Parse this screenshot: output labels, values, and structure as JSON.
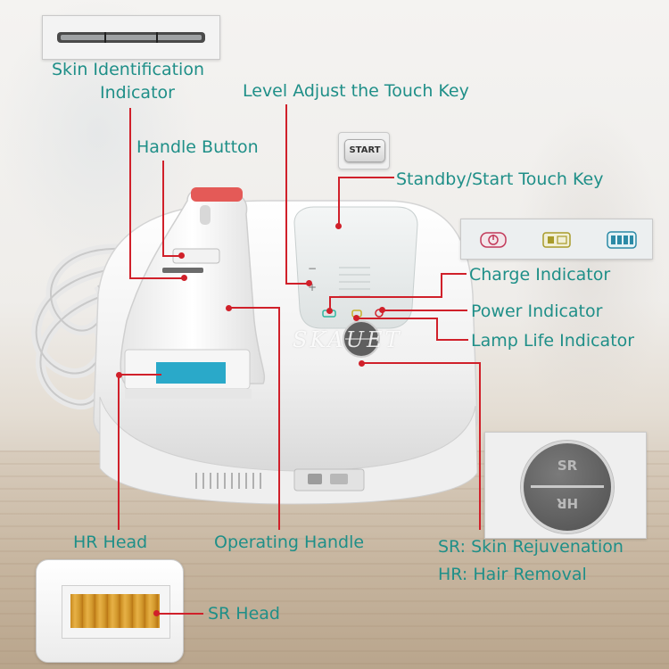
{
  "labels": {
    "skin_identification": "Skin Identification",
    "skin_identification_2": "Indicator",
    "level_adjust": "Level Adjust the Touch Key",
    "handle_button": "Handle Button",
    "standby_start": "Standby/Start Touch Key",
    "charge_indicator": "Charge Indicator",
    "power_indicator": "Power Indicator",
    "lamp_life_indicator": "Lamp Life Indicator",
    "hr_head": "HR Head",
    "operating_handle": "Operating Handle",
    "sr_skin_rejuvenation": "SR: Skin Rejuvenation",
    "hr_hair_removal": "HR: Hair Removal",
    "sr_head": "SR Head"
  },
  "inset_texts": {
    "start_key": "START",
    "sr_text": "SR",
    "hr_text": "HR"
  },
  "watermark": "SKAUET",
  "colors": {
    "label": "#1f8f88",
    "callout": "#d0202a",
    "device_body": "#f3f3f3",
    "hr_window": "#2aa9c9",
    "sr_window": "#e0a636"
  }
}
